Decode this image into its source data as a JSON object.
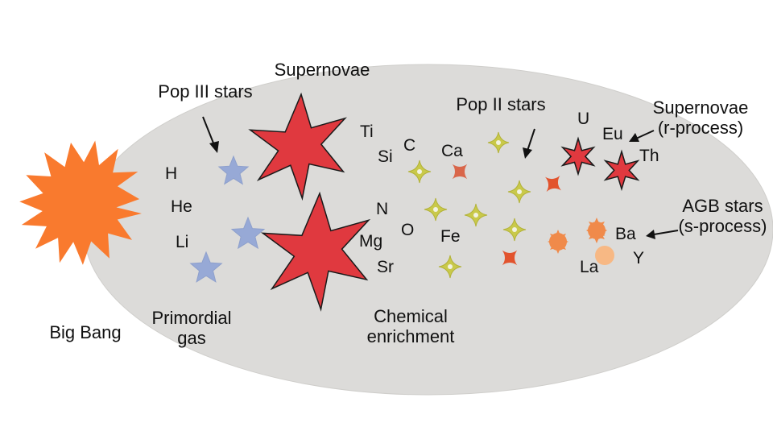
{
  "captions": {
    "big_bang": "Big Bang",
    "primordial_line1": "Primordial",
    "primordial_line2": "gas",
    "chemical_line1": "Chemical",
    "chemical_line2": "enrichment",
    "pop3": "Pop III stars",
    "supernovae_top": "Supernovae",
    "pop2": "Pop II stars",
    "supernovae_r_line1": "Supernovae",
    "supernovae_r_line2": "(r-process)",
    "agb_line1": "AGB stars",
    "agb_line2": "(s-process)"
  },
  "elements": {
    "H": "H",
    "He": "He",
    "Li": "Li",
    "Ti": "Ti",
    "Si": "Si",
    "C": "C",
    "Ca": "Ca",
    "N": "N",
    "O": "O",
    "Fe": "Fe",
    "Mg": "Mg",
    "Sr": "Sr",
    "U": "U",
    "Eu": "Eu",
    "Th": "Th",
    "Ba": "Ba",
    "La": "La",
    "Y": "Y"
  },
  "colors": {
    "background": "#ffffff",
    "ellipse": "#dcdbd9",
    "big_bang": "#f97a2e",
    "pop3_star": "#97a9d6",
    "supernova": "#e0393f",
    "pop2_star": "#c9c94a",
    "pop2_cross": "#e36a3a",
    "agb_orange": "#f08a4a",
    "agb_light": "#f7b884"
  }
}
